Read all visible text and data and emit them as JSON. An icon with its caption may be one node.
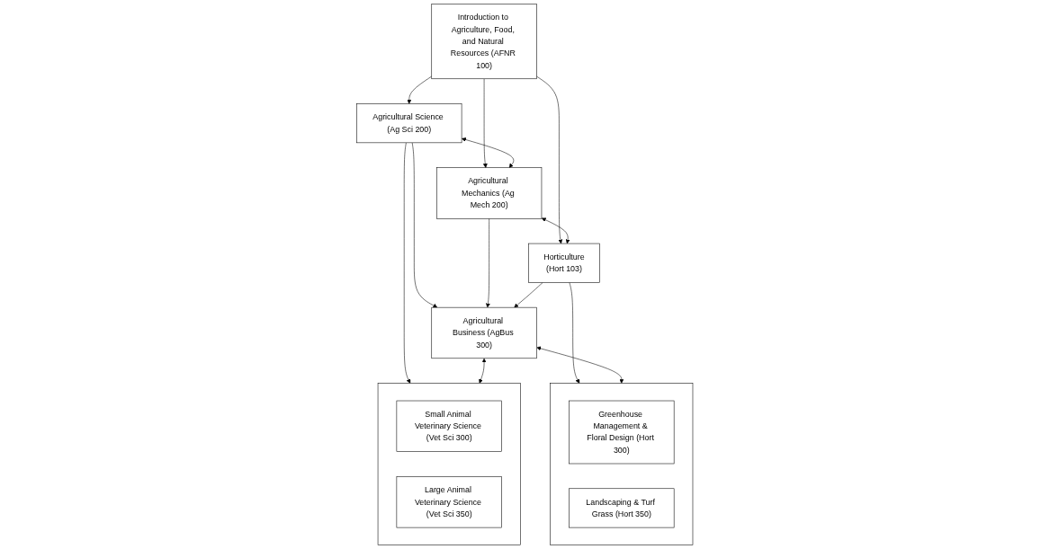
{
  "diagram": {
    "nodes": [
      {
        "text": [
          "Introduction to Agriculture, Food, and Natural Resources (AFNR 100)"
        ]
      },
      {
        "text": [
          "Agricultural Science (Ag Sci 200)"
        ]
      },
      {
        "text": [
          "Agricultural Mechanics (Ag Mech 200)"
        ]
      },
      {
        "text": [
          "Horticulture",
          "(Hort 103)"
        ]
      },
      {
        "text": [],
        "shape": "box"
      },
      {
        "text": [
          "Small Animal Veterinary Science (Vet Sci 300)"
        ],
        "in": 4
      },
      {
        "text": [
          "Large Animal Veterinary Science (Vet Sci 350)"
        ],
        "in": 4
      },
      {
        "text": [
          "Agricultural Business (AgBus 300)"
        ]
      },
      {
        "text": [],
        "shape": "box"
      },
      {
        "text": [
          "Greenhouse Management & Floral Design (Hort 300)"
        ],
        "in": 8
      },
      {
        "text": [
          "Landscaping & Turf Grass (Hort 350)"
        ],
        "in": 8
      }
    ],
    "edges": [
      {
        "from": 0,
        "to": 1,
        "arrow": "to"
      },
      {
        "from": 0,
        "to": 2,
        "arrow": "to"
      },
      {
        "from": 0,
        "to": 3,
        "arrow": "to"
      },
      {
        "from": 1,
        "to": 2,
        "arrow": "both"
      },
      {
        "from": 2,
        "to": 3,
        "arrow": "both"
      },
      {
        "from": 1,
        "to": 7,
        "arrow": "to"
      },
      {
        "from": 2,
        "to": 7,
        "arrow": "to"
      },
      {
        "from": 3,
        "to": 7,
        "arrow": "to"
      },
      {
        "from": 1,
        "to": 4,
        "arrow": "to"
      },
      {
        "from": 3,
        "to": 8,
        "arrow": "to"
      },
      {
        "from": 7,
        "to": 4,
        "arrow": "both"
      },
      {
        "from": 7,
        "to": 8,
        "arrow": "both"
      }
    ]
  }
}
